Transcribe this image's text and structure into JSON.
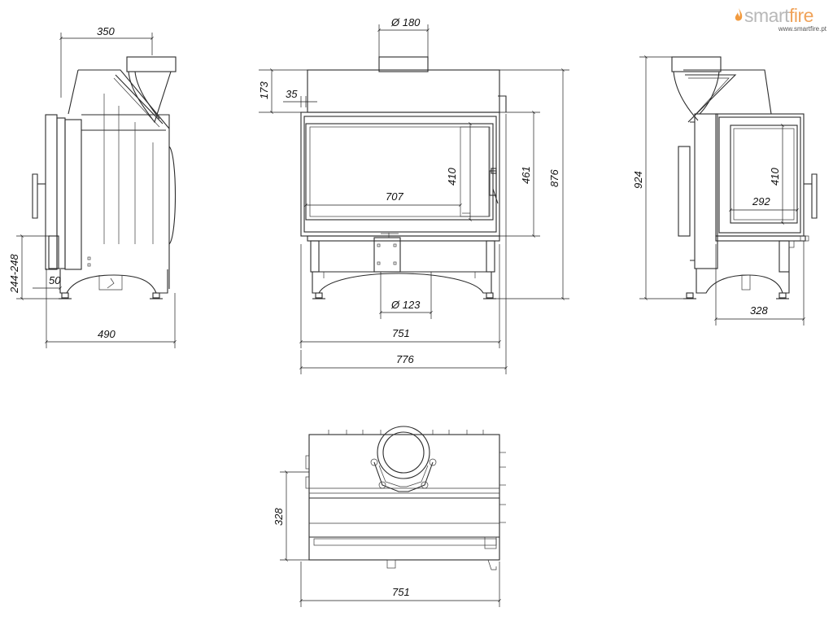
{
  "brand": {
    "name_part1": "smart",
    "name_part2": "fire",
    "url": "www.smartfire.pt",
    "flame_icon": "flame-icon",
    "colors": {
      "smart": "#b8b8b8",
      "fire": "#f0a35a",
      "flame": "#f29a3e"
    }
  },
  "dimensions": {
    "side_left": {
      "top_depth": "350",
      "bottom_depth": "490",
      "leg_height": "244-248",
      "leg_offset": "50"
    },
    "front": {
      "flue_diameter": "Ø 180",
      "top_height": "173",
      "frame_offset": "35",
      "glass_width": "707",
      "glass_height": "410",
      "door_height": "461",
      "total_height": "876",
      "air_inlet_diameter": "Ø 123",
      "body_width": "751",
      "overall_width": "776"
    },
    "side_right": {
      "total_height": "924",
      "glass_height": "410",
      "glass_width": "292",
      "depth": "328"
    },
    "top_view": {
      "depth": "328",
      "width": "751"
    }
  }
}
